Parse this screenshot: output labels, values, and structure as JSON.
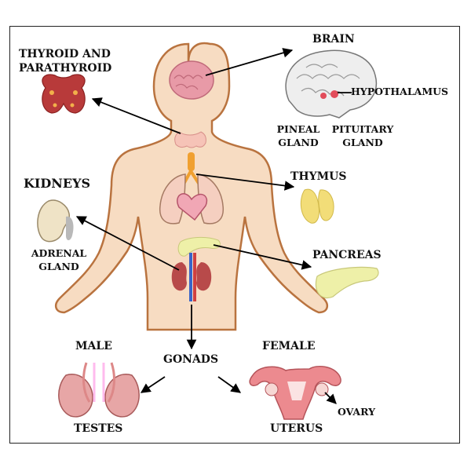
{
  "labels": {
    "brain": "BRAIN",
    "hypothalamus": "HYPOTHALAMUS",
    "pineal_line1": "PINEAL",
    "pineal_line2": "GLAND",
    "pituitary_line1": "PITUITARY",
    "pituitary_line2": "GLAND",
    "thyroid_line1": "THYROID AND",
    "thyroid_line2": "PARATHYROID",
    "kidneys": "KIDNEYS",
    "adrenal_line1": "ADRENAL",
    "adrenal_line2": "GLAND",
    "thymus": "THYMUS",
    "pancreas": "PANCREAS",
    "male": "MALE",
    "female": "FEMALE",
    "gonads": "GONADS",
    "testes": "TESTES",
    "uterus": "UTERUS",
    "ovary": "OVARY"
  },
  "colors": {
    "body_skin": "#f7dcc2",
    "body_outline": "#b9733f",
    "brain_pink": "#e89aa7",
    "thyroid_red": "#b83a3a",
    "thymus_yellow": "#f2dd78",
    "pancreas_yellow": "#eef0a8",
    "kidney_red": "#b84a4a",
    "uterus_pink": "#ec8a8f",
    "testes_pink": "#e7a6a6"
  }
}
